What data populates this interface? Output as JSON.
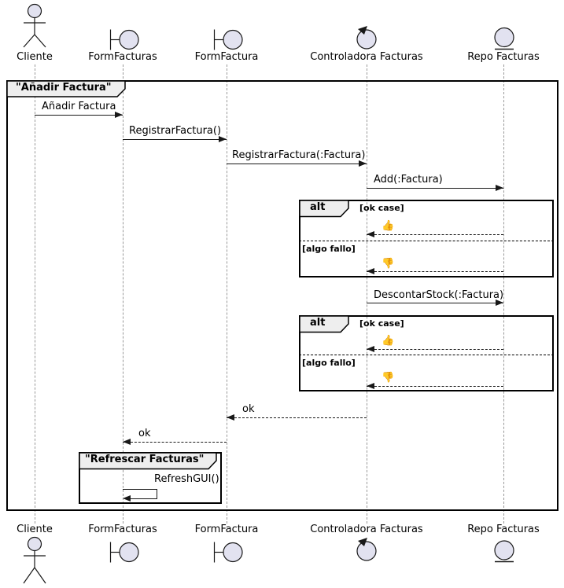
{
  "colors": {
    "participant_fill": "#E2E2F0",
    "participant_stroke": "#181818",
    "label_box_fill": "#EEEEEE",
    "line": "#181818",
    "lifeline": "#999999"
  },
  "frame": {
    "title": "\"Añadir Factura\""
  },
  "participants": [
    {
      "name": "Cliente",
      "type": "actor"
    },
    {
      "name": "FormFacturas",
      "type": "boundary"
    },
    {
      "name": "FormFactura",
      "type": "boundary"
    },
    {
      "name": "Controladora Facturas",
      "type": "control"
    },
    {
      "name": "Repo Facturas",
      "type": "entity"
    }
  ],
  "messages": [
    {
      "label": "Añadir Factura",
      "from": "Cliente",
      "to": "FormFacturas",
      "kind": "sync"
    },
    {
      "label": "RegistrarFactura()",
      "from": "FormFacturas",
      "to": "FormFactura",
      "kind": "sync"
    },
    {
      "label": "RegistrarFactura(:Factura)",
      "from": "FormFactura",
      "to": "Controladora Facturas",
      "kind": "sync"
    },
    {
      "label": "Add(:Factura)",
      "from": "Controladora Facturas",
      "to": "Repo Facturas",
      "kind": "sync"
    },
    {
      "label": "👍",
      "from": "Repo Facturas",
      "to": "Controladora Facturas",
      "kind": "return"
    },
    {
      "label": "👎",
      "from": "Repo Facturas",
      "to": "Controladora Facturas",
      "kind": "return"
    },
    {
      "label": "DescontarStock(:Factura)",
      "from": "Controladora Facturas",
      "to": "Repo Facturas",
      "kind": "sync"
    },
    {
      "label": "👍",
      "from": "Repo Facturas",
      "to": "Controladora Facturas",
      "kind": "return"
    },
    {
      "label": "👎",
      "from": "Repo Facturas",
      "to": "Controladora Facturas",
      "kind": "return"
    },
    {
      "label": "ok",
      "from": "Controladora Facturas",
      "to": "FormFactura",
      "kind": "return"
    },
    {
      "label": "ok",
      "from": "FormFactura",
      "to": "FormFacturas",
      "kind": "return"
    },
    {
      "label": "RefreshGUI()",
      "from": "FormFacturas",
      "to": "FormFacturas",
      "kind": "self"
    }
  ],
  "fragments": [
    {
      "operator": "alt",
      "guards": [
        "[ok case]",
        "[algo fallo]"
      ]
    },
    {
      "operator": "alt",
      "guards": [
        "[ok case]",
        "[algo fallo]"
      ]
    }
  ],
  "group": {
    "title": "\"Refrescar Facturas\""
  }
}
